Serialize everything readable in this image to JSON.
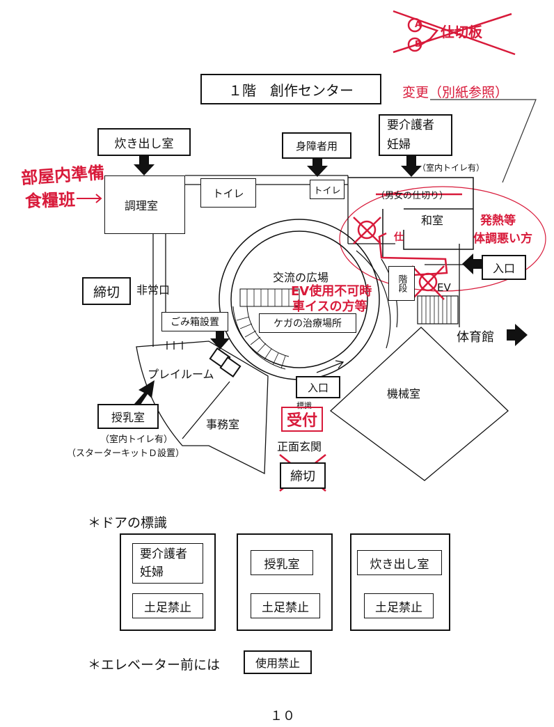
{
  "corner_note": {
    "circle_a": "A",
    "circle_b": "B",
    "text": "仕切板"
  },
  "title": "１階　創作センター",
  "change_note": "変更（別紙参照）",
  "rooms": {
    "takidashi": "炊き出し室",
    "shinshousha": "身障者用",
    "youkaigo": "要介護者",
    "ninpu": "妊婦",
    "shitsunai_toilet_top": "（室内トイレ有）",
    "chouri": "調理室",
    "toilet1": "トイレ",
    "toilet2": "トイレ",
    "danjo": "（男女の仕切り）",
    "washitsu": "和室",
    "iriguchi_right": "入口",
    "shimekiri_left": "締切",
    "hijouguchi": "非常口",
    "kouryuu": "交流の広場",
    "kega": "ケガの治療場所",
    "ev": "EV",
    "kaidan": "階段",
    "gomibako": "ごみ箱設置",
    "taiikukan": "体育館",
    "playroom": "プレイルーム",
    "iriguchi_center": "入口",
    "hyoushiki": "標識",
    "kikai": "機械室",
    "jumuyu": "授乳室",
    "jimu": "事務室",
    "shitsunai_toilet_bottom": "（室内トイレ有）",
    "starter_kit": "（スターターキットＤ設置）",
    "shoumen": "正面玄関",
    "shimekiri_bottom": "締切"
  },
  "handwritten": {
    "left_1": "部屋内準備",
    "left_2": "食糧班",
    "right_1": "発熱等",
    "right_2": "体調悪い方",
    "ev_note_1": "EV使用不可時",
    "ev_note_2": "車イスの方等",
    "uketsuke": "受付",
    "ichi": "仕"
  },
  "door_signs": {
    "heading": "＊ドアの標識",
    "signs": [
      {
        "line1": "要介護者",
        "line2": "妊婦",
        "bottom": "土足禁止"
      },
      {
        "line1": "授乳室",
        "line2": "",
        "bottom": "土足禁止"
      },
      {
        "line1": "炊き出し室",
        "line2": "",
        "bottom": "土足禁止"
      }
    ]
  },
  "elevator_note": {
    "text": "＊エレベーター前には",
    "sign": "使用禁止"
  },
  "page_number": "１０"
}
